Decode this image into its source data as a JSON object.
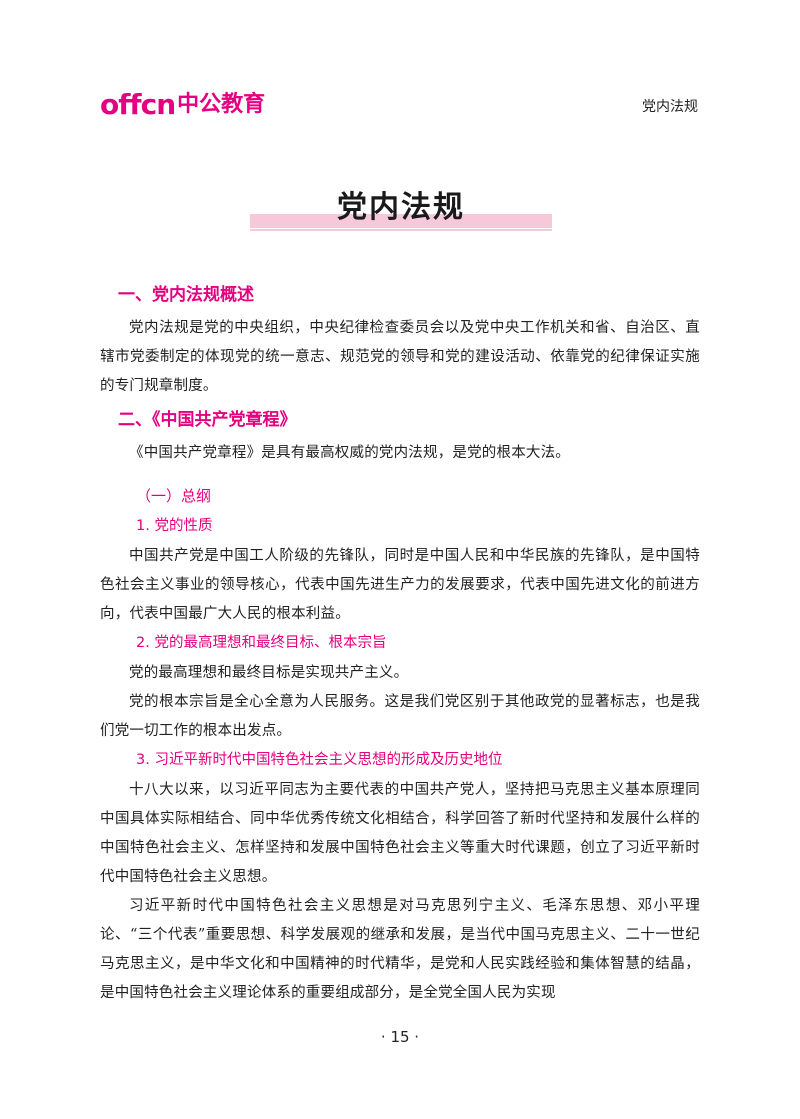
{
  "header": {
    "logo_latin": "offcn",
    "logo_cn": "中公教育",
    "section": "党内法规"
  },
  "title": "党内法规",
  "sections": {
    "s1_heading": "一、党内法规概述",
    "s1_p1": "党内法规是党的中央组织，中央纪律检查委员会以及党中央工作机关和省、自治区、直辖市党委制定的体现党的统一意志、规范党的领导和党的建设活动、依靠党的纪律保证实施的专门规章制度。",
    "s2_heading": "二、《中国共产党章程》",
    "s2_p1": "《中国共产党章程》是具有最高权威的党内法规，是党的根本大法。",
    "sub1_heading": "（一）总纲",
    "item1_heading": "1. 党的性质",
    "item1_p1": "中国共产党是中国工人阶级的先锋队，同时是中国人民和中华民族的先锋队，是中国特色社会主义事业的领导核心，代表中国先进生产力的发展要求，代表中国先进文化的前进方向，代表中国最广大人民的根本利益。",
    "item2_heading": "2. 党的最高理想和最终目标、根本宗旨",
    "item2_p1": "党的最高理想和最终目标是实现共产主义。",
    "item2_p2": "党的根本宗旨是全心全意为人民服务。这是我们党区别于其他政党的显著标志，也是我们党一切工作的根本出发点。",
    "item3_heading": "3. 习近平新时代中国特色社会主义思想的形成及历史地位",
    "item3_p1": "十八大以来，以习近平同志为主要代表的中国共产党人，坚持把马克思主义基本原理同中国具体实际相结合、同中华优秀传统文化相结合，科学回答了新时代坚持和发展什么样的中国特色社会主义、怎样坚持和发展中国特色社会主义等重大时代课题，创立了习近平新时代中国特色社会主义思想。",
    "item3_p2": "习近平新时代中国特色社会主义思想是对马克思列宁主义、毛泽东思想、邓小平理论、“三个代表”重要思想、科学发展观的继承和发展，是当代中国马克思主义、二十一世纪马克思主义，是中华文化和中国精神的时代精华，是党和人民实践经验和集体智慧的结晶，是中国特色社会主义理论体系的重要组成部分，是全党全国人民为实现"
  },
  "page_number": "· 15 ·"
}
